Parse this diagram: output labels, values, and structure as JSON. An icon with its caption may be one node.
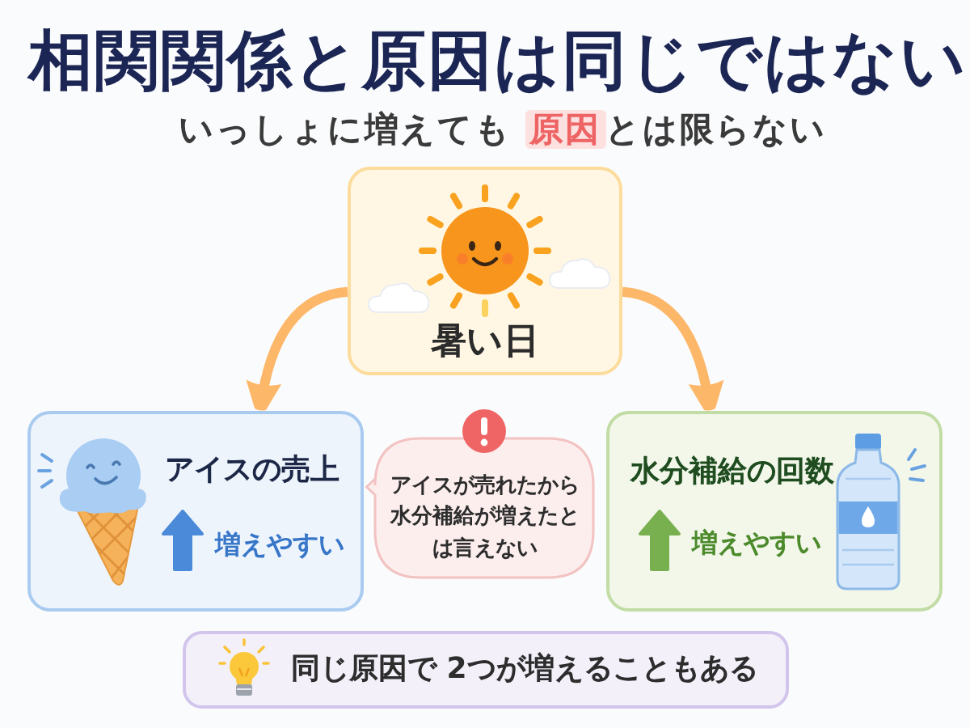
{
  "diagram": {
    "title": "相関関係と原因は同じではない",
    "nodes": [
      {
        "text": [
          "暑い日"
        ]
      },
      {
        "text": [
          "アイスの売上",
          "増えやすい"
        ]
      },
      {
        "text": [
          "アイスが売れたから水分補給が増えたとは言えない"
        ]
      },
      {
        "text": [
          "水分補給の回数",
          "増えやすい"
        ]
      },
      {
        "text": [
          "同じ原因で 2つが増えることもある"
        ]
      }
    ],
    "edges": [
      {
        "from": 0,
        "to": 1,
        "arrow": "to"
      },
      {
        "from": 0,
        "to": 3,
        "arrow": "to"
      }
    ],
    "labels": [
      "いっしょに増えても **原因**とは限らない"
    ]
  }
}
